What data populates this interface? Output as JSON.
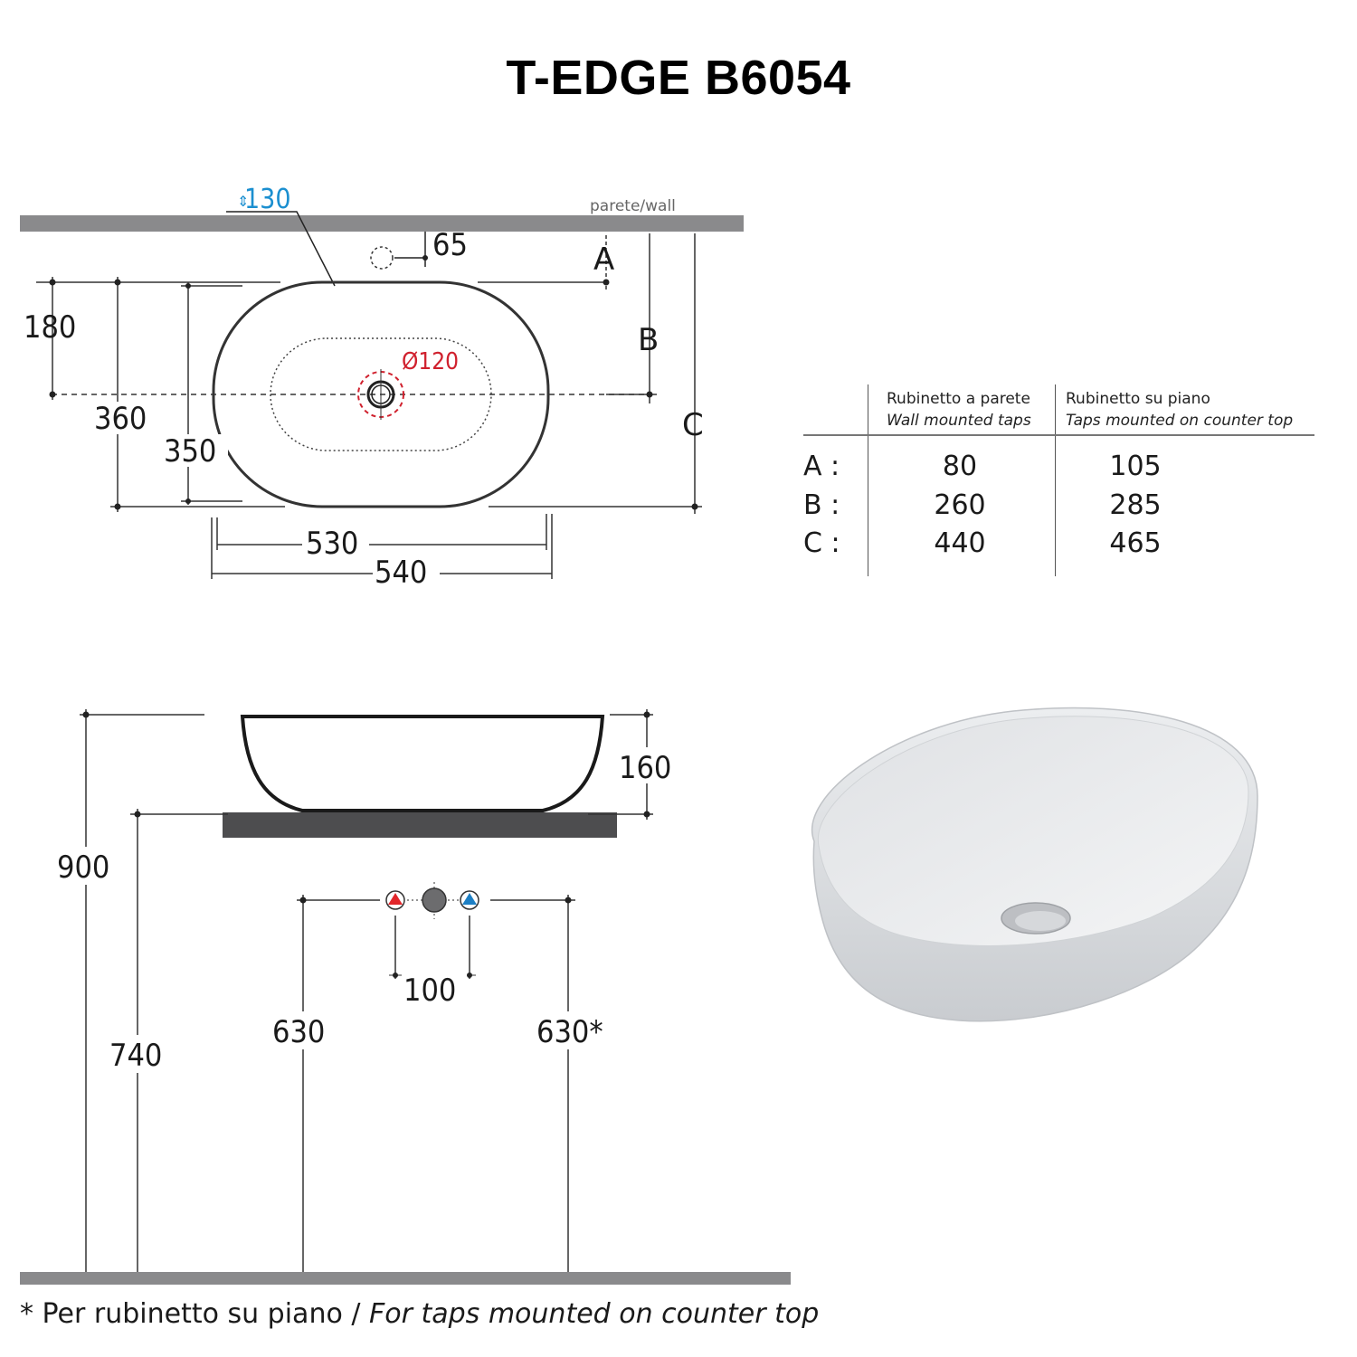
{
  "title": "T-EDGE B6054",
  "top_view": {
    "wall_label": "parete/wall",
    "overflow_height": "130",
    "tap_hole_offset": "65",
    "drain_diameter": "Ø120",
    "dim_180": "180",
    "dim_360": "360",
    "dim_350": "350",
    "dim_530": "530",
    "dim_540": "540",
    "label_a": "A",
    "label_b": "B",
    "label_c": "C",
    "colors": {
      "overflow": "#1b8fd0",
      "drain": "#d0212e",
      "wall": "#8a8a8c"
    }
  },
  "tap_table": {
    "columns": [
      {
        "label_it": "Rubinetto a parete",
        "label_en": "Wall mounted taps"
      },
      {
        "label_it": "Rubinetto su piano",
        "label_en": "Taps mounted on counter top"
      }
    ],
    "rows": [
      {
        "label": "A :",
        "wall": "80",
        "counter": "105"
      },
      {
        "label": "B :",
        "wall": "260",
        "counter": "285"
      },
      {
        "label": "C :",
        "wall": "440",
        "counter": "465"
      }
    ]
  },
  "side_view": {
    "basin_height": "160",
    "total_height": "900",
    "counter_height": "740",
    "tap_spacing": "100",
    "tap_height_left": "630",
    "tap_height_right": "630*",
    "colors": {
      "hot": "#e2262b",
      "cold": "#1d7fc4",
      "counter": "#4d4d4f",
      "floor": "#8a8a8c"
    }
  },
  "footnote": {
    "it": "* Per rubinetto su piano / ",
    "en": "For taps mounted on counter top"
  }
}
